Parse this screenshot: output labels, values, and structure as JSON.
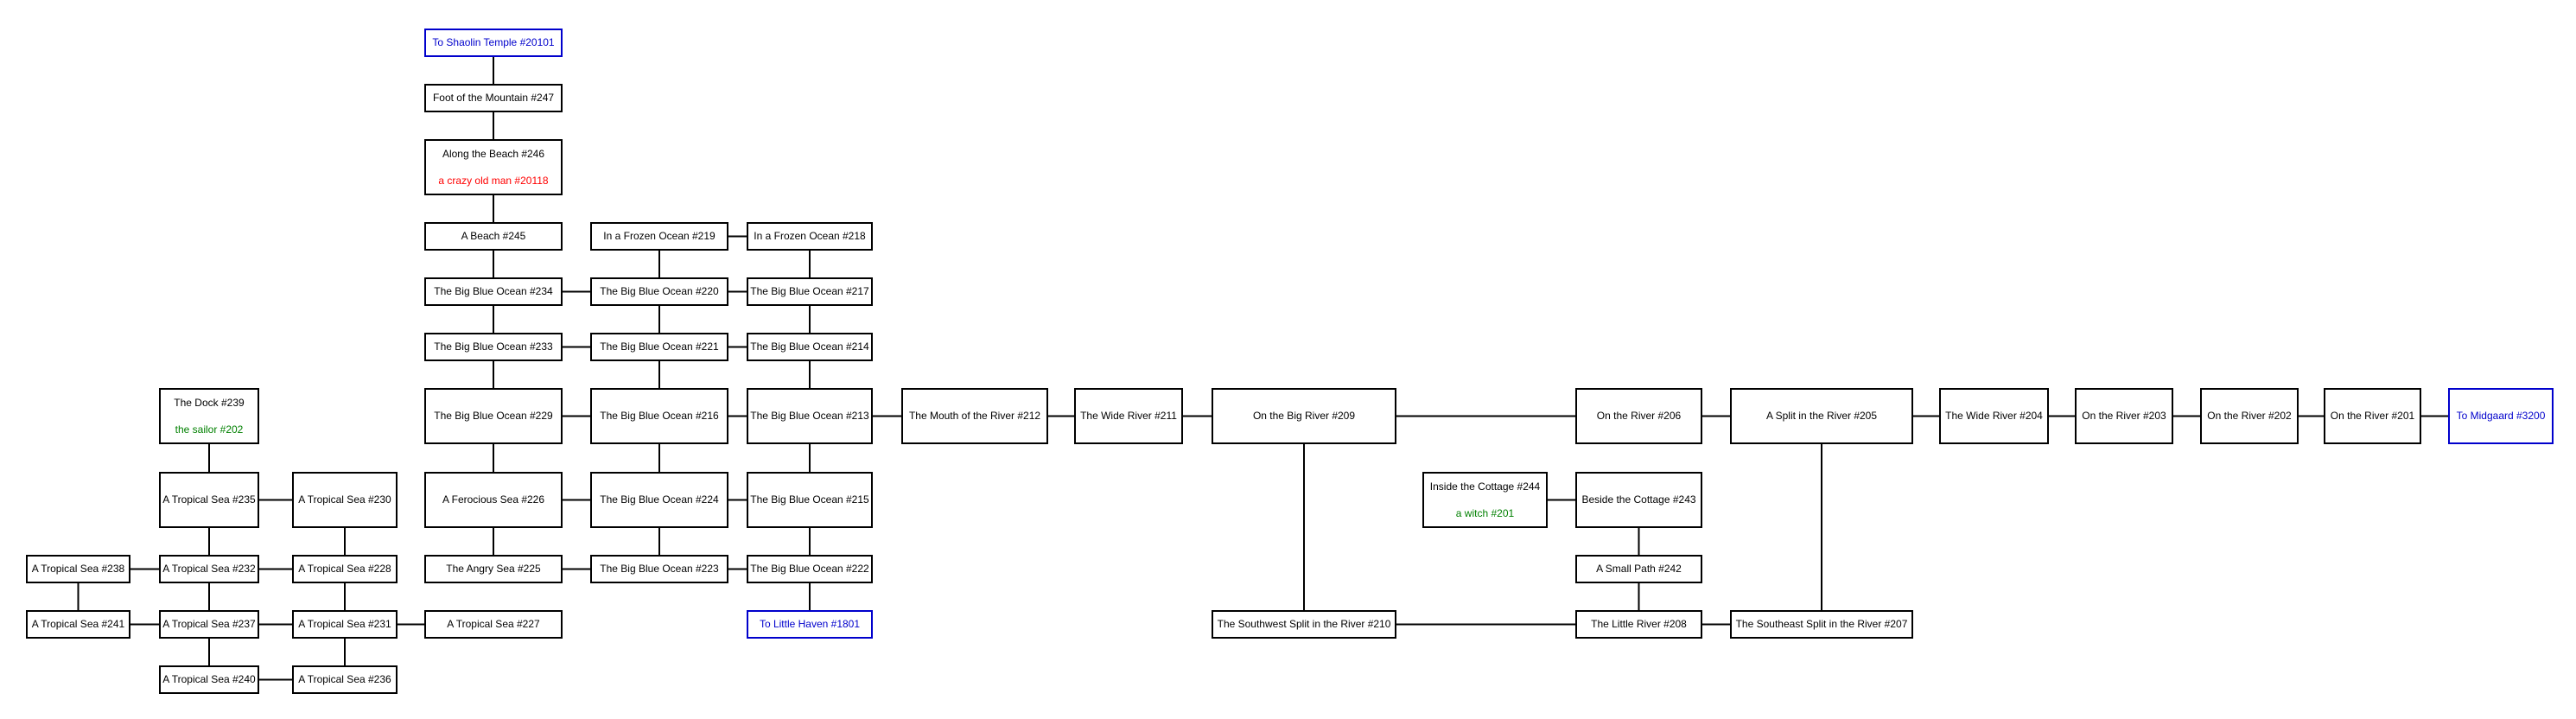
{
  "colors": {
    "exit": "#0000cc",
    "hostile_mob": "#ff0000",
    "friendly_mob": "#008000"
  },
  "rooms": [
    {
      "id": "r20101",
      "label": "To Shaolin Temple #20101",
      "exit": true
    },
    {
      "id": "r247",
      "label": "Foot of the Mountain #247"
    },
    {
      "id": "r246",
      "label": "Along the Beach #246",
      "mob": "a crazy old man #20118",
      "mob_color": "#ff0000"
    },
    {
      "id": "r245",
      "label": "A Beach #245"
    },
    {
      "id": "r219",
      "label": "In a Frozen Ocean #219"
    },
    {
      "id": "r218",
      "label": "In a Frozen Ocean #218"
    },
    {
      "id": "r234",
      "label": "The Big Blue Ocean #234"
    },
    {
      "id": "r220",
      "label": "The Big Blue Ocean #220"
    },
    {
      "id": "r217",
      "label": "The Big Blue Ocean #217"
    },
    {
      "id": "r233",
      "label": "The Big Blue Ocean #233"
    },
    {
      "id": "r221",
      "label": "The Big Blue Ocean #221"
    },
    {
      "id": "r214",
      "label": "The Big Blue Ocean #214"
    },
    {
      "id": "r239",
      "label": "The Dock #239",
      "mob": "the sailor #202",
      "mob_color": "#008000"
    },
    {
      "id": "r229",
      "label": "The Big Blue Ocean #229"
    },
    {
      "id": "r216",
      "label": "The Big Blue Ocean #216"
    },
    {
      "id": "r213",
      "label": "The Big Blue Ocean #213"
    },
    {
      "id": "r212",
      "label": "The Mouth of the River #212"
    },
    {
      "id": "r211",
      "label": "The Wide River #211"
    },
    {
      "id": "r209",
      "label": "On the Big River #209"
    },
    {
      "id": "r206",
      "label": "On the River #206"
    },
    {
      "id": "r205",
      "label": "A Split in the River #205"
    },
    {
      "id": "r204",
      "label": "The Wide River #204"
    },
    {
      "id": "r203",
      "label": "On the River #203"
    },
    {
      "id": "r202",
      "label": "On the River #202"
    },
    {
      "id": "r201",
      "label": "On the River #201"
    },
    {
      "id": "r3200",
      "label": "To Midgaard #3200",
      "exit": true
    },
    {
      "id": "r235",
      "label": "A Tropical Sea #235"
    },
    {
      "id": "r230",
      "label": "A Tropical Sea #230"
    },
    {
      "id": "r226",
      "label": "A Ferocious Sea #226"
    },
    {
      "id": "r224",
      "label": "The Big Blue Ocean #224"
    },
    {
      "id": "r215",
      "label": "The Big Blue Ocean #215"
    },
    {
      "id": "r244",
      "label": "Inside the Cottage #244",
      "mob": "a witch #201",
      "mob_color": "#008000"
    },
    {
      "id": "r243",
      "label": "Beside the Cottage #243"
    },
    {
      "id": "r238",
      "label": "A Tropical Sea #238"
    },
    {
      "id": "r232",
      "label": "A Tropical Sea #232"
    },
    {
      "id": "r228",
      "label": "A Tropical Sea #228"
    },
    {
      "id": "r225",
      "label": "The Angry Sea #225"
    },
    {
      "id": "r223",
      "label": "The Big Blue Ocean #223"
    },
    {
      "id": "r222",
      "label": "The Big Blue Ocean #222"
    },
    {
      "id": "r242",
      "label": "A Small Path #242"
    },
    {
      "id": "r241",
      "label": "A Tropical Sea #241"
    },
    {
      "id": "r237",
      "label": "A Tropical Sea #237"
    },
    {
      "id": "r231",
      "label": "A Tropical Sea #231"
    },
    {
      "id": "r227",
      "label": "A Tropical Sea #227"
    },
    {
      "id": "r1801",
      "label": "To Little Haven #1801",
      "exit": true
    },
    {
      "id": "r210",
      "label": "The Southwest Split in the River #210"
    },
    {
      "id": "r208",
      "label": "The Little River #208"
    },
    {
      "id": "r207",
      "label": "The Southeast Split in the River #207"
    },
    {
      "id": "r240",
      "label": "A Tropical Sea #240"
    },
    {
      "id": "r236",
      "label": "A Tropical Sea #236"
    }
  ],
  "connections": [
    [
      "r20101",
      "r247"
    ],
    [
      "r247",
      "r246"
    ],
    [
      "r246",
      "r245"
    ],
    [
      "r245",
      "r234"
    ],
    [
      "r219",
      "r218"
    ],
    [
      "r219",
      "r220"
    ],
    [
      "r218",
      "r217"
    ],
    [
      "r234",
      "r220"
    ],
    [
      "r220",
      "r217"
    ],
    [
      "r234",
      "r233"
    ],
    [
      "r220",
      "r221"
    ],
    [
      "r217",
      "r214"
    ],
    [
      "r233",
      "r221"
    ],
    [
      "r221",
      "r214"
    ],
    [
      "r233",
      "r229"
    ],
    [
      "r221",
      "r216"
    ],
    [
      "r214",
      "r213"
    ],
    [
      "r229",
      "r216"
    ],
    [
      "r216",
      "r213"
    ],
    [
      "r213",
      "r212"
    ],
    [
      "r212",
      "r211"
    ],
    [
      "r211",
      "r209"
    ],
    [
      "r209",
      "r206"
    ],
    [
      "r206",
      "r205"
    ],
    [
      "r205",
      "r204"
    ],
    [
      "r204",
      "r203"
    ],
    [
      "r203",
      "r202"
    ],
    [
      "r202",
      "r201"
    ],
    [
      "r201",
      "r3200"
    ],
    [
      "r239",
      "r235"
    ],
    [
      "r235",
      "r230"
    ],
    [
      "r229",
      "r226"
    ],
    [
      "r216",
      "r224"
    ],
    [
      "r213",
      "r215"
    ],
    [
      "r226",
      "r224"
    ],
    [
      "r224",
      "r215"
    ],
    [
      "r244",
      "r243"
    ],
    [
      "r235",
      "r232"
    ],
    [
      "r230",
      "r228"
    ],
    [
      "r226",
      "r225"
    ],
    [
      "r224",
      "r223"
    ],
    [
      "r215",
      "r222"
    ],
    [
      "r238",
      "r232"
    ],
    [
      "r232",
      "r228"
    ],
    [
      "r225",
      "r223"
    ],
    [
      "r223",
      "r222"
    ],
    [
      "r243",
      "r242"
    ],
    [
      "r238",
      "r241"
    ],
    [
      "r232",
      "r237"
    ],
    [
      "r228",
      "r231"
    ],
    [
      "r222",
      "r1801"
    ],
    [
      "r242",
      "r208"
    ],
    [
      "r241",
      "r237"
    ],
    [
      "r237",
      "r231"
    ],
    [
      "r231",
      "r227"
    ],
    [
      "r209",
      "r210"
    ],
    [
      "r210",
      "r208"
    ],
    [
      "r208",
      "r207"
    ],
    [
      "r205",
      "r207"
    ],
    [
      "r237",
      "r240"
    ],
    [
      "r240",
      "r236"
    ],
    [
      "r231",
      "r236"
    ]
  ]
}
